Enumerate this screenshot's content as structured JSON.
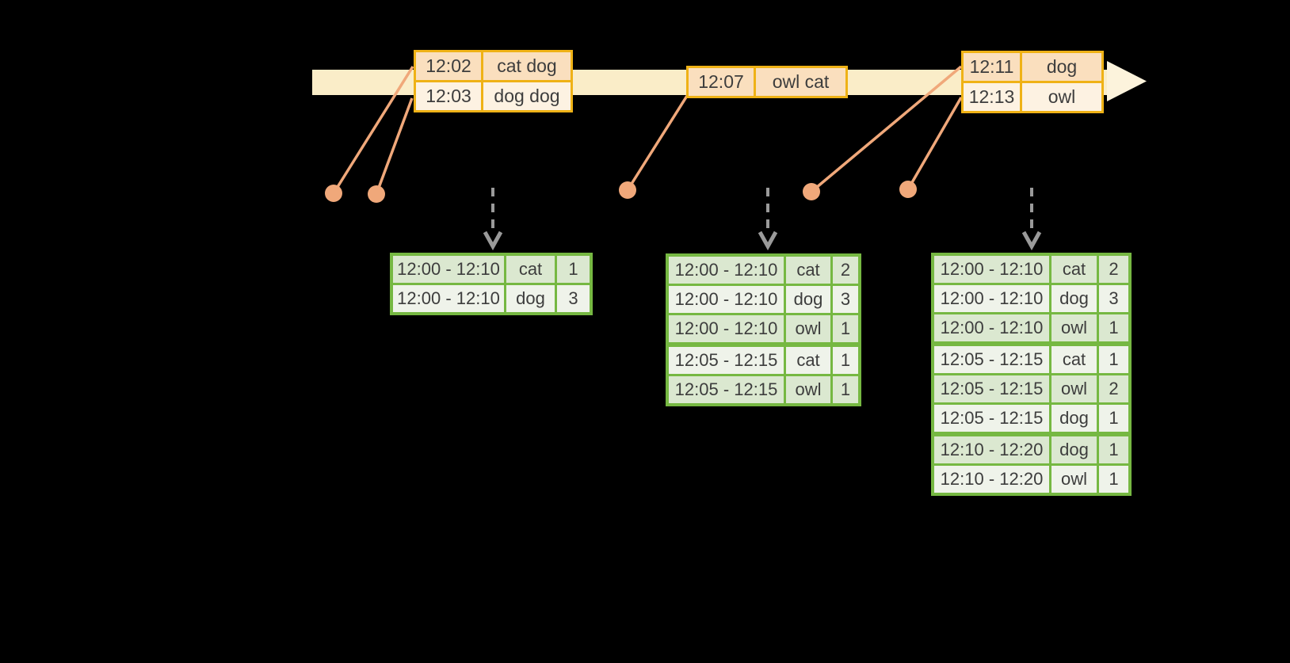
{
  "colors": {
    "background": "#000000",
    "timeline_band": "#FAEDC8",
    "timeline_arrowhead": "#FCF3DC",
    "event_border": "#EFB216",
    "event_row_dark": "#FADFBE",
    "event_row_light": "#FDF2E2",
    "connector": "#F0A87A",
    "result_border": "#76B842",
    "result_row_dark": "#DBE8D0",
    "result_row_light": "#EFF3EA",
    "trigger_arrow": "#9A9A9A",
    "text": "#3D3D3D"
  },
  "event_tables": [
    {
      "rows": [
        {
          "time": "12:02",
          "words": "cat dog"
        },
        {
          "time": "12:03",
          "words": "dog dog"
        }
      ]
    },
    {
      "rows": [
        {
          "time": "12:07",
          "words": "owl cat"
        }
      ]
    },
    {
      "rows": [
        {
          "time": "12:11",
          "words": "dog"
        },
        {
          "time": "12:13",
          "words": "owl"
        }
      ]
    }
  ],
  "result_tables": [
    {
      "rows": [
        {
          "window": "12:00 - 12:10",
          "word": "cat",
          "count": 1
        },
        {
          "window": "12:00 - 12:10",
          "word": "dog",
          "count": 3
        }
      ]
    },
    {
      "rows": [
        {
          "window": "12:00 - 12:10",
          "word": "cat",
          "count": 2
        },
        {
          "window": "12:00 - 12:10",
          "word": "dog",
          "count": 3
        },
        {
          "window": "12:00 - 12:10",
          "word": "owl",
          "count": 1
        },
        {
          "window": "12:05 - 12:15",
          "word": "cat",
          "count": 1
        },
        {
          "window": "12:05 - 12:15",
          "word": "owl",
          "count": 1
        }
      ]
    },
    {
      "rows": [
        {
          "window": "12:00 - 12:10",
          "word": "cat",
          "count": 2
        },
        {
          "window": "12:00 - 12:10",
          "word": "dog",
          "count": 3
        },
        {
          "window": "12:00 - 12:10",
          "word": "owl",
          "count": 1
        },
        {
          "window": "12:05 - 12:15",
          "word": "cat",
          "count": 1
        },
        {
          "window": "12:05 - 12:15",
          "word": "owl",
          "count": 2
        },
        {
          "window": "12:05 - 12:15",
          "word": "dog",
          "count": 1
        },
        {
          "window": "12:10 - 12:20",
          "word": "dog",
          "count": 1
        },
        {
          "window": "12:10 - 12:20",
          "word": "owl",
          "count": 1
        }
      ]
    }
  ]
}
